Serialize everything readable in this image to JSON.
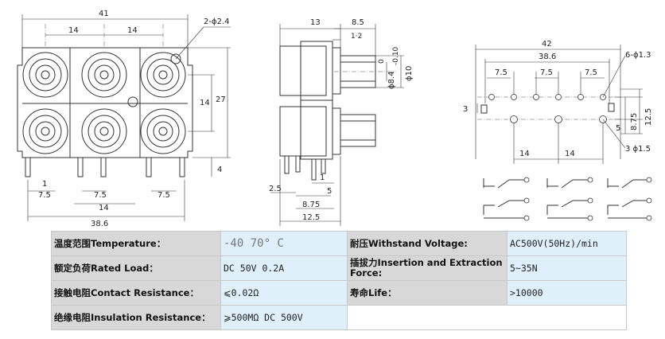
{
  "drawing": {
    "front_view": {
      "dims": {
        "overall_width": "41",
        "pitch_left": "14",
        "pitch_right": "14",
        "hole_callout": "2-ϕ2.4",
        "height_total": "27",
        "row_pitch": "14",
        "pin_length": "4",
        "pin_width": "1",
        "pin_offset_1": "7.5",
        "pin_offset_2": "7.5",
        "pin_offset_3": "7.5",
        "pin_span_14": "14",
        "pin_span_total": "38.6"
      }
    },
    "side_view": {
      "dims": {
        "depth_13": "13",
        "nose_8_5": "8.5",
        "flange_1_2": "1·2",
        "inner_dia": "ϕ8.4",
        "inner_tol_upper": "0",
        "inner_tol_lower": "-0.10",
        "outer_dia": "ϕ10",
        "pin_2_5": "2.5",
        "pin_1": "1",
        "pin_5": "5",
        "pin_8_75": "8.75",
        "depth_12_5": "12.5"
      }
    },
    "pcb_layout": {
      "dims": {
        "overall_42": "42",
        "span_38_6": "38.6",
        "pitch_a": "7.5",
        "pitch_b": "7.5",
        "pitch_c": "7.5",
        "hole_callout_1_3": "6-ϕ1.3",
        "left_3": "3",
        "right_8_75": "8.75",
        "right_12_5": "12.5",
        "right_5": "5",
        "hole_callout_1_5": "3 ϕ1.5",
        "bottom_14_a": "14",
        "bottom_14_b": "14"
      }
    }
  },
  "specs": {
    "row1": {
      "label_left": "温度范围Temperature：",
      "value_left": "-40   70° C",
      "label_right": "耐压Withstand Voltage:",
      "value_right": "AC500V(50Hz)/min"
    },
    "row2": {
      "label_left": "额定负荷Rated Load：",
      "value_left": "DC 50V 0.2A",
      "label_right": "插拔力Insertion and Extraction Force:",
      "value_right": "5~35N"
    },
    "row3": {
      "label_left": "接触电阻Contact Resistance：",
      "value_left": "⩽0.02Ω",
      "label_right": "寿命Life：",
      "value_right": ">10000"
    },
    "row4": {
      "label_left": "绝缘电阻Insulation Resistance：",
      "value_left": "⩾500MΩ  DC  500V"
    }
  }
}
